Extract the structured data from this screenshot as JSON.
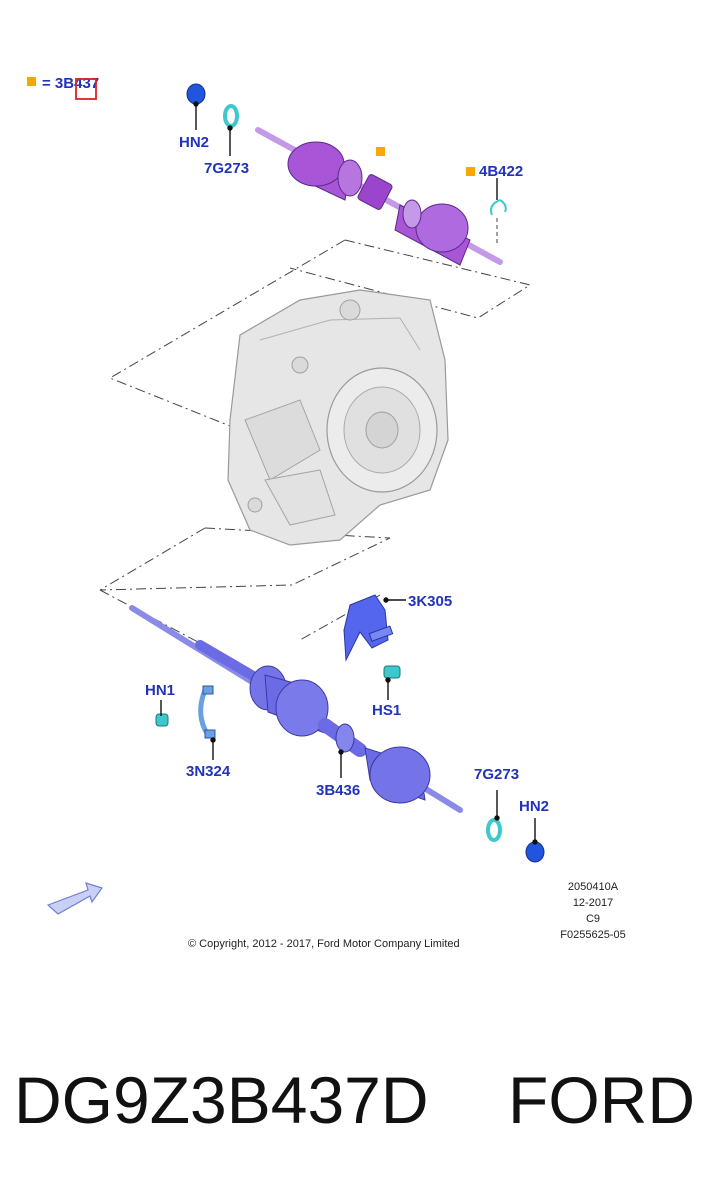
{
  "legend": {
    "marker_color": "#f5a800",
    "text": "= 3B437"
  },
  "callouts": {
    "hn2_top": "HN2",
    "seal_top": "7G273",
    "circlip": "4B422",
    "bracket": "3K305",
    "bolt_hn1": "HN1",
    "bolt_hs1": "HS1",
    "clamp": "3N324",
    "shaft_lower": "3B436",
    "seal_bottom": "7G273",
    "hn2_bottom": "HN2"
  },
  "meta": [
    "2050410A",
    "12-2017",
    "C9",
    "F0255625-05"
  ],
  "copyright": "© Copyright, 2012 - 2017, Ford Motor Company Limited",
  "caption": {
    "part_number": "DG9Z3B437D",
    "brand": "FORD"
  },
  "colors": {
    "upper_shaft": "#a855d8",
    "lower_shaft": "#6b6be6",
    "bracket": "#5566ee",
    "teal_parts": "#3cc8cc",
    "nut": "#2255dd",
    "callout_text": "#2233bb",
    "highlight_box": "#dd2222",
    "arrow": "#8899ee"
  }
}
